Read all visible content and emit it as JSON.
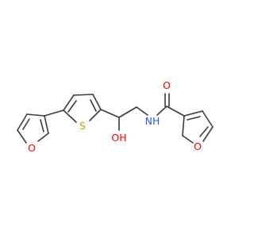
{
  "molecule": {
    "atom_labels": {
      "o_furan_left": "O",
      "s_thiophene": "S",
      "oh": "OH",
      "nh": "NH",
      "o_carbonyl": "O",
      "o_furan_right": "O"
    },
    "colors": {
      "bond": "#3b3b3b",
      "oxygen": "#ff0000",
      "nitrogen": "#3050f8",
      "sulfur": "#c8a000",
      "background": "#ffffff"
    }
  }
}
